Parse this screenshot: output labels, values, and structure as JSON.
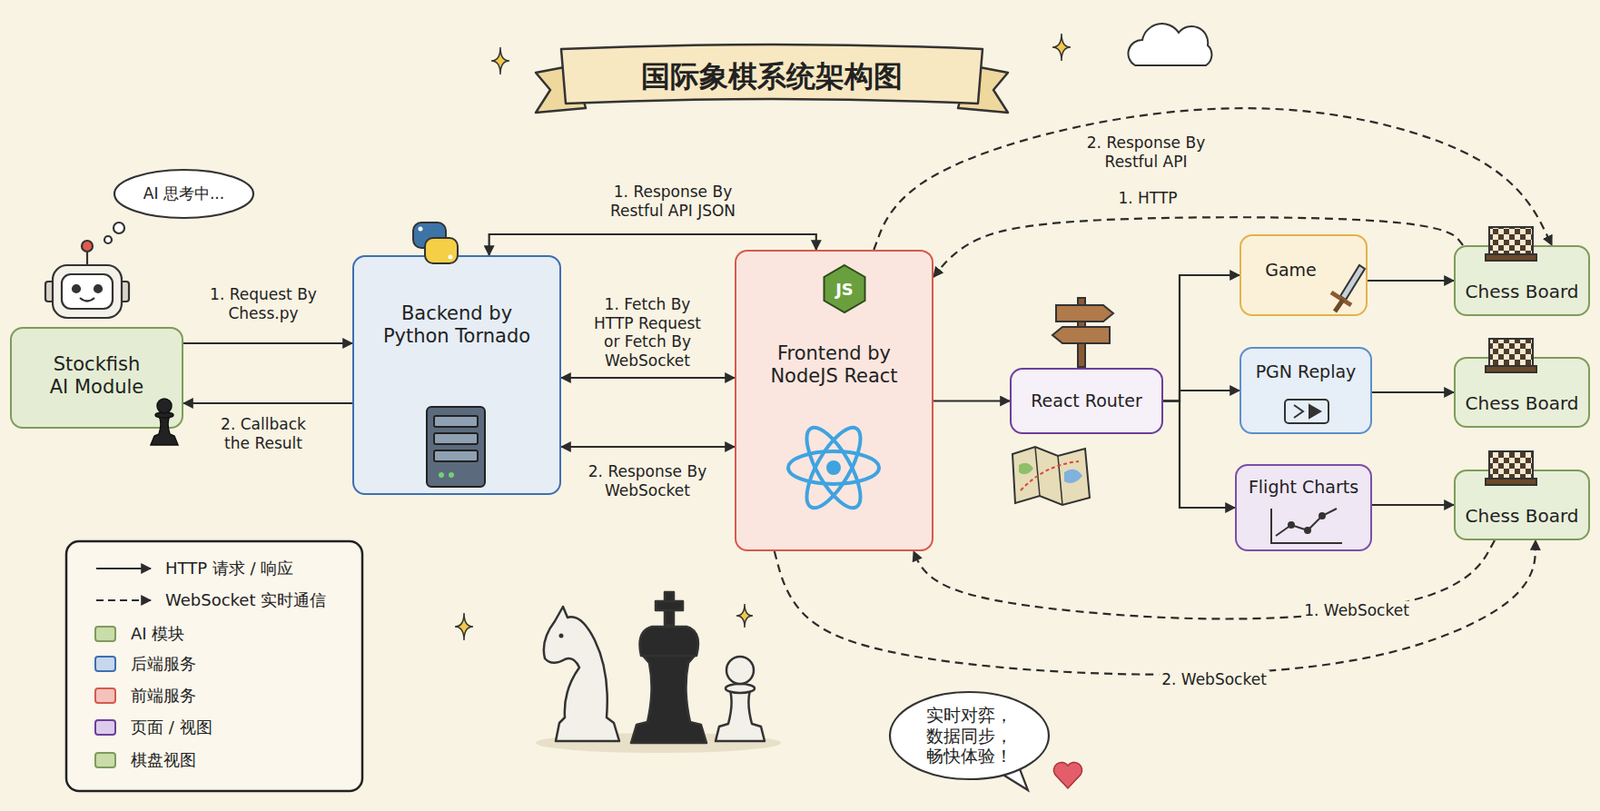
{
  "diagram": {
    "title": "国际象棋系统架构图",
    "nodes": [
      {
        "text": [
          "AI 思考中..."
        ]
      },
      {
        "text": [
          "Stockfish AI Module"
        ]
      },
      {
        "text": [
          "Backend by Python Tornado"
        ]
      },
      {
        "text": [
          "Frontend by NodeJS React"
        ]
      },
      {
        "text": [
          "React Router"
        ]
      },
      {
        "text": [
          "Game"
        ]
      },
      {
        "text": [
          "PGN Replay"
        ]
      },
      {
        "text": [
          "Flight Charts"
        ]
      },
      {
        "text": [
          "Chess Board"
        ]
      },
      {
        "text": [
          "Chess Board"
        ]
      },
      {
        "text": [
          "Chess Board"
        ]
      },
      {
        "text": [
          "实时对弈， 数据同步， 畅快体验！"
        ]
      }
    ],
    "edges": [
      {
        "from": 1,
        "to": 2,
        "label": "1. Request By Chess.py",
        "arrow": "to"
      },
      {
        "from": 2,
        "to": 1,
        "label": "2. Callback the Result",
        "arrow": "to"
      },
      {
        "from": 2,
        "to": 3,
        "label": "1. Response By Restful API JSON",
        "arrow": "both"
      },
      {
        "from": 2,
        "to": 3,
        "label": "1. Fetch By HTTP Request or Fetch By WebSocket",
        "arrow": "both"
      },
      {
        "from": 2,
        "to": 3,
        "label": "2. Response By WebSocket",
        "arrow": "both"
      },
      {
        "from": 3,
        "to": 4,
        "arrow": "to"
      },
      {
        "from": 4,
        "to": 5,
        "arrow": "to"
      },
      {
        "from": 4,
        "to": 6,
        "arrow": "to"
      },
      {
        "from": 4,
        "to": 7,
        "arrow": "to"
      },
      {
        "from": 5,
        "to": 8,
        "arrow": "to"
      },
      {
        "from": 6,
        "to": 9,
        "arrow": "to"
      },
      {
        "from": 7,
        "to": 10,
        "arrow": "to"
      },
      {
        "from": 8,
        "to": 3,
        "label": "1. HTTP",
        "arrow": "to"
      },
      {
        "from": 3,
        "to": 8,
        "label": "2. Response By Restful API",
        "arrow": "to"
      },
      {
        "from": 10,
        "to": 3,
        "label": "1. WebSocket",
        "arrow": "to"
      },
      {
        "from": 3,
        "to": 10,
        "label": "2. WebSocket",
        "arrow": "to"
      }
    ],
    "labels": [
      "JS"
    ],
    "legend": [
      {
        "text": "HTTP 请求 / 响应"
      },
      {
        "text": "WebSocket 实时通信"
      },
      {
        "text": "AI 模块",
        "color": "#c9dcaa"
      },
      {
        "text": "后端服务",
        "color": "#c6d8ee"
      },
      {
        "text": "前端服务",
        "color": "#f2c2bb"
      },
      {
        "text": "页面 / 视图",
        "color": "#dccbeb"
      },
      {
        "text": "棋盘视图",
        "color": "#c9dcaa"
      }
    ]
  }
}
